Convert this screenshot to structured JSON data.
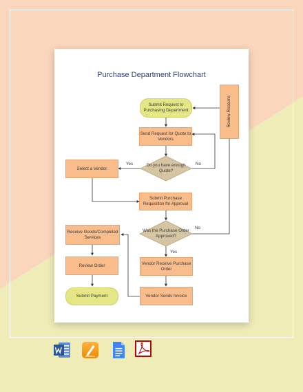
{
  "diagram": {
    "title": "Purchase Department Flowchart",
    "nodes": {
      "submit_request": "Submit Request to Purchasing Department",
      "send_request_quote": "Send Request for Quote to Vendors",
      "enough_quote": "Do you have enough Quote?",
      "select_vendor": "Select a Vendor",
      "submit_requisition": "Submit Purchase Requisition for Approval",
      "po_approved": "Was the Purchase Order Approved?",
      "receive_goods": "Receive Goods/Completed Services",
      "review_order": "Review Order",
      "submit_payment": "Submit Payment",
      "vendor_receive_po": "Vendor Receive Purchase Order",
      "vendor_sends_invoice": "Vendor Sends Invoice",
      "review_reasons": "Review Reasons"
    },
    "edge_labels": {
      "quote_yes": "Yes",
      "quote_no": "No",
      "approved_yes": "Yes",
      "approved_no": "No"
    }
  },
  "file_formats": [
    "word-icon",
    "pages-icon",
    "google-docs-icon",
    "pdf-icon"
  ],
  "colors": {
    "background_top": "#fad6bc",
    "background_bottom": "#f0ecb8",
    "process_fill": "#f9bc8b",
    "terminal_fill": "#e5e685",
    "decision_fill": "#d5c5a2",
    "title_color": "#2e3f73"
  }
}
